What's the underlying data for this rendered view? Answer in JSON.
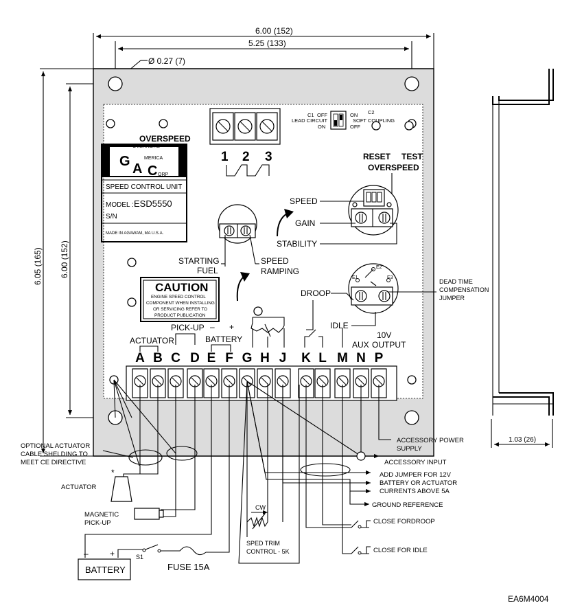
{
  "dimensions": {
    "width_outer": "6.00 (152)",
    "width_holes": "5.25 (133)",
    "hole_dia": "Ø 0.27 (7)",
    "height_outer": "6.05 (165)",
    "height_holes": "6.00 (152)",
    "depth": "1.03 (26)"
  },
  "label_plate": {
    "overspeed_title": "OVERSPEED",
    "logo_g": "G",
    "logo_a": "A",
    "logo_c": "C",
    "logo_overnors": "OVERNORS",
    "logo_merica": "MERICA",
    "logo_orp": "ORP",
    "unit": "SPEED CONTROL UNIT",
    "model_prefix": "MODEL :",
    "model": "ESD5550",
    "sn": "S/N",
    "made_in": "MADE IN AGAWAM, MA U.S.A."
  },
  "top_terminals": {
    "labels": [
      "1",
      "2",
      "3"
    ]
  },
  "dip_switch": {
    "c1": "C1",
    "off1": "OFF",
    "lead_circuit": "LEAD CIRCUIT",
    "on1": "ON",
    "on2": "ON",
    "c2": "C2",
    "soft_coupling": "SOFT COUPLING",
    "off2": "OFF"
  },
  "reset": "RESET",
  "test": "TEST",
  "overspeed_label": "OVERSPEED",
  "adjustments": {
    "speed": "SPEED",
    "gain": "GAIN",
    "stability": "STABILITY",
    "starting_fuel_1": "STARTING",
    "starting_fuel_2": "FUEL",
    "speed_ramping_1": "SPEED",
    "speed_ramping_2": "RAMPING"
  },
  "caution": {
    "title": "CAUTION",
    "lines": [
      "ENGINE SPEED CONTROL",
      "COMPONENT WHEN INSTALLING",
      "OR SERVICING REFER TO",
      "PRODUCT PUBLICATION"
    ]
  },
  "jumper": {
    "e1": "E1",
    "e2": "E2",
    "e3": "E3",
    "label": [
      "DEAD TIME",
      "COMPENSATION",
      "JUMPER"
    ]
  },
  "droop": "DROOP",
  "idle": "IDLE",
  "group_labels": {
    "pickup": "PICK-UP",
    "actuator": "ACTUATOR",
    "minus": "–",
    "plus": "+",
    "battery": "BATTERY",
    "aux": "AUX",
    "v10": "10V",
    "output": "OUTPUT"
  },
  "terminal_letters": [
    "A",
    "B",
    "C",
    "D",
    "E",
    "F",
    "G",
    "H",
    "J",
    "K",
    "L",
    "M",
    "N",
    "P"
  ],
  "wiring_labels": {
    "shielding": [
      "OPTIONAL ACTUATOR",
      "CABLE SHELDING TO",
      "MEET CE DIRECTIVE"
    ],
    "actuator": "ACTUATOR",
    "asterisk": "*",
    "magnetic": [
      "MAGNETIC",
      "PICK-UP"
    ],
    "battery": "BATTERY",
    "batt_minus": "–",
    "batt_plus": "+",
    "s1": "S1",
    "fuse": "FUSE 15A",
    "cw": "CW",
    "trim": [
      "SPED TRIM",
      "CONTROL - 5K"
    ],
    "accessory_power": [
      "ACCESSORY POWER",
      "SUPPLY"
    ],
    "accessory_input": "ACCESSORY INPUT",
    "jumper_12v": [
      "ADD JUMPER FOR 12V",
      "BATTERY OR ACTUATOR",
      "CURRENTS ABOVE 5A"
    ],
    "ground_ref": "GROUND REFERENCE",
    "close_droop": "CLOSE FORDROOP",
    "close_idle": "CLOSE FOR IDLE"
  },
  "figure_id": "EA6M4004"
}
